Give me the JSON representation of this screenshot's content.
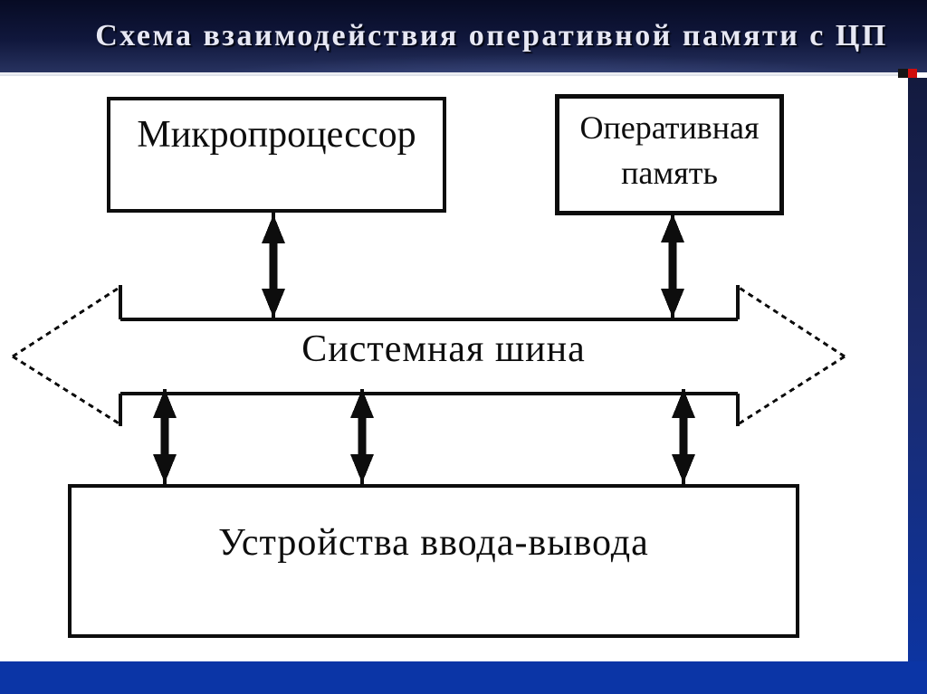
{
  "slide": {
    "title": "Схема взаимодействия оперативной памяти с ЦП",
    "colors": {
      "title_text": "#e7e8f4",
      "title_band_navy": "#10173c",
      "bottom_bar_blue": "#0b35a6",
      "right_bar_blue_gradient_top": "#131a3e",
      "separator_line": "#e9ecf2",
      "marker_red": "#cf0d0d",
      "marker_black": "#151515",
      "diagram_ink": "#0d0d0d",
      "canvas": "#ffffff"
    }
  },
  "diagram": {
    "cpu_box": {
      "label": "Микропроцессор"
    },
    "ram_box": {
      "line1": "Оперативная",
      "line2": "память"
    },
    "bus": {
      "label": "Системная шина"
    },
    "io_box": {
      "label": "Устройства ввода-вывода"
    },
    "edges": [
      {
        "from": "cpu_box",
        "to": "bus",
        "type": "bidirectional"
      },
      {
        "from": "ram_box",
        "to": "bus",
        "type": "bidirectional"
      },
      {
        "from": "bus",
        "to": "io_box",
        "type": "bidirectional"
      },
      {
        "from": "bus",
        "to": "io_box",
        "type": "bidirectional"
      },
      {
        "from": "bus",
        "to": "io_box",
        "type": "bidirectional"
      }
    ]
  }
}
